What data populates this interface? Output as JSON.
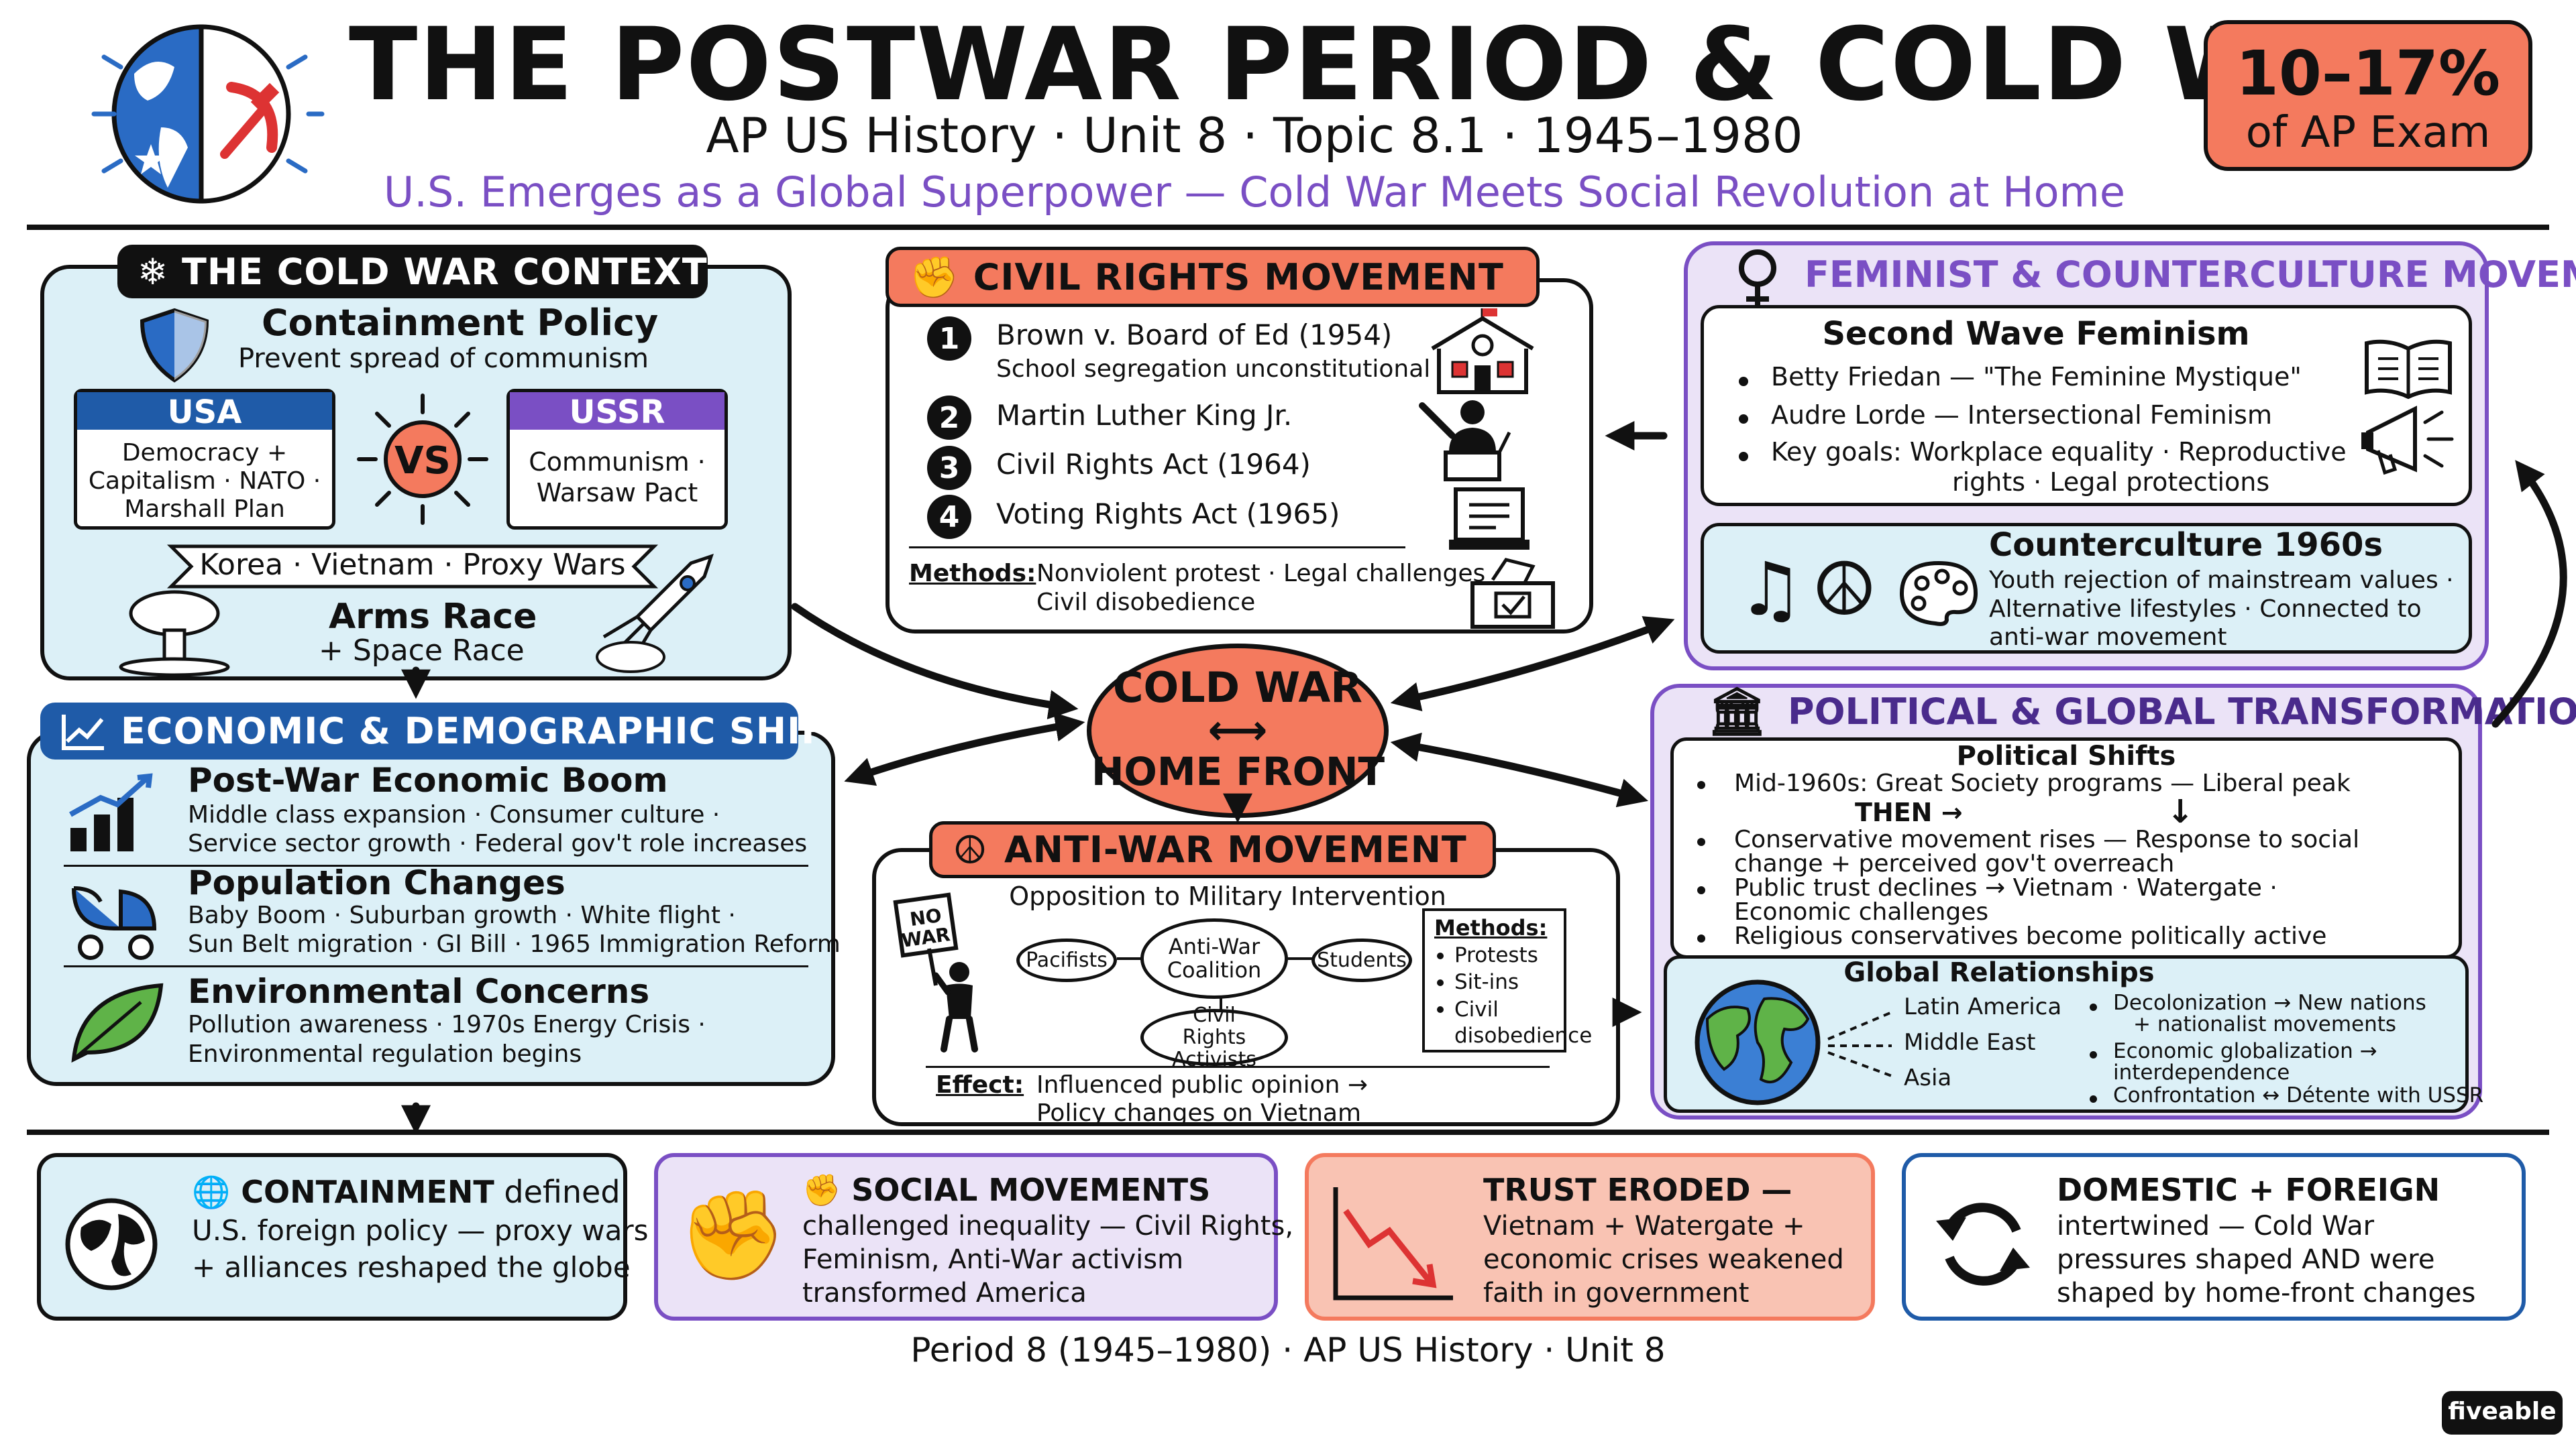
{
  "header": {
    "title": "THE POSTWAR PERIOD & COLD WAR",
    "subtitle": "AP US History · Unit 8 · Topic 8.1 · 1945–1980",
    "tagline": "U.S. Emerges as a Global Superpower — Cold War Meets Social Revolution at Home",
    "badge_pct": "10–17%",
    "badge_label": "of AP Exam"
  },
  "colors": {
    "red": "#f47a5e",
    "blue": "#dcf0f7",
    "purple": "#ebe3f7",
    "navy": "#1f5ba8",
    "violet": "#7a4fc4"
  },
  "cold_war": {
    "banner": "❄ THE COLD WAR CONTEXT",
    "containment_title": "Containment Policy",
    "containment_sub": "Prevent spread of communism",
    "usa_label": "USA",
    "usa_lines": [
      "Democracy +",
      "Capitalism · NATO ·",
      "Marshall Plan"
    ],
    "vs": "VS",
    "ussr_label": "USSR",
    "ussr_lines": [
      "Communism ·",
      "Warsaw Pact"
    ],
    "ribbon": "Korea · Vietnam · Proxy Wars",
    "arms_title": "Arms Race",
    "arms_sub": "+ Space Race"
  },
  "economic": {
    "banner": "ECONOMIC & DEMOGRAPHIC SHIFTS",
    "boom_title": "Post-War Economic Boom",
    "boom_lines": [
      "Middle class expansion · Consumer culture ·",
      "Service sector growth · Federal gov't role increases"
    ],
    "pop_title": "Population Changes",
    "pop_lines": [
      "Baby Boom · Suburban growth · White flight ·",
      "Sun Belt migration · GI Bill · 1965 Immigration Reform"
    ],
    "env_title": "Environmental Concerns",
    "env_lines": [
      "Pollution awareness · 1970s Energy Crisis ·",
      "Environmental regulation begins"
    ]
  },
  "civil_rights": {
    "banner": "CIVIL RIGHTS MOVEMENT",
    "items": [
      {
        "num": "1",
        "title": "Brown v. Board of Ed (1954)",
        "sub": "School segregation unconstitutional"
      },
      {
        "num": "2",
        "title": "Martin Luther King Jr."
      },
      {
        "num": "3",
        "title": "Civil Rights Act (1964)"
      },
      {
        "num": "4",
        "title": "Voting Rights Act (1965)"
      }
    ],
    "methods_label": "Methods:",
    "methods_lines": [
      "Nonviolent protest · Legal challenges ·",
      "Civil disobedience"
    ]
  },
  "center": {
    "line1": "COLD WAR",
    "arrows": "⟷",
    "line2": "HOME FRONT"
  },
  "anti_war": {
    "banner": "ANTI-WAR MOVEMENT",
    "title": "Opposition to Military Intervention",
    "sign_lines": [
      "NO",
      "WAR"
    ],
    "nodes": {
      "coalition": "Anti-War Coalition",
      "pacifists": "Pacifists",
      "students": "Students",
      "activists": "Civil Rights Activists"
    },
    "methods_label": "Methods:",
    "methods_items": [
      "Protests",
      "Sit-ins",
      "Civil disobedience"
    ],
    "effect_label": "Effect:",
    "effect_lines": [
      "Influenced public opinion →",
      "Policy changes on Vietnam"
    ]
  },
  "feminist": {
    "banner": "FEMINIST & COUNTERCULTURE MOVEMENTS",
    "wave_title": "Second Wave Feminism",
    "wave_items": [
      "Betty Friedan — \"The Feminine Mystique\"",
      "Audre Lorde — Intersectional Feminism",
      "Key goals: Workplace equality · Reproductive"
    ],
    "wave_cont": "rights · Legal protections",
    "counter_title": "Counterculture 1960s",
    "counter_lines": [
      "Youth rejection of mainstream values ·",
      "Alternative lifestyles · Connected to",
      "anti-war movement"
    ]
  },
  "political": {
    "banner": "POLITICAL & GLOBAL TRANSFORMATION",
    "shifts_title": "Political Shifts",
    "item1": "Mid-1960s: Great Society programs — Liberal peak",
    "then": "THEN →",
    "item2": [
      "Conservative movement rises — Response to social",
      "change + perceived gov't overreach"
    ],
    "item3": [
      "Public trust declines → Vietnam · Watergate ·",
      "Economic challenges"
    ],
    "item4": "Religious conservatives become politically active",
    "global_title": "Global Relationships",
    "regions": [
      "Latin America",
      "Middle East",
      "Asia"
    ],
    "global_items": [
      [
        "Decolonization → New nations",
        "+ nationalist movements"
      ],
      [
        "Economic globalization →",
        "interdependence"
      ],
      [
        "Confrontation ↔ Détente with USSR"
      ]
    ]
  },
  "summary": [
    {
      "title": "CONTAINMENT",
      "title_rest": " defined",
      "lines": [
        "U.S. foreign policy — proxy wars",
        "+ alliances reshaped the globe"
      ]
    },
    {
      "title": "SOCIAL MOVEMENTS",
      "title_rest": "",
      "lines": [
        "challenged inequality — Civil Rights,",
        "Feminism, Anti-War activism",
        "transformed America"
      ]
    },
    {
      "title": "TRUST ERODED —",
      "title_rest": "",
      "lines": [
        "Vietnam + Watergate +",
        "economic crises weakened",
        "faith in government"
      ]
    },
    {
      "title": "DOMESTIC + FOREIGN",
      "title_rest": "",
      "lines": [
        "intertwined — Cold War",
        "pressures shaped AND were",
        "shaped by home-front changes"
      ]
    }
  ],
  "footer": {
    "text": "Period 8 (1945–1980) · AP US History · Unit 8",
    "brand": "fiveable"
  }
}
